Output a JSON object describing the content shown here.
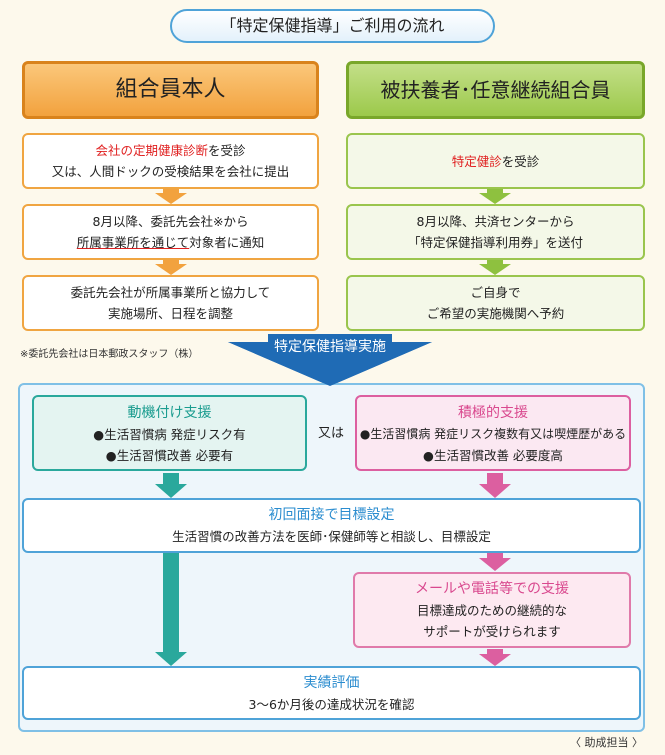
{
  "title": "「特定保健指導」ご利用の流れ",
  "left_header": "組合員本人",
  "right_header": "被扶養者･任意継続組合員",
  "left_steps": [
    {
      "line1_red": "会社の定期健康診断",
      "line1_rest": "を受診",
      "line2": "又は、人間ドックの受検結果を会社に提出"
    },
    {
      "line1": "8月以降、委託先会社※から",
      "line2_red": "所属事業所を通じて",
      "line2_rest": "対象者に通知"
    },
    {
      "line1": "委託先会社が所属事業所と協力して",
      "line2": "実施場所、日程を調整"
    }
  ],
  "right_steps": [
    {
      "line1_red": "特定健診",
      "line1_rest": "を受診"
    },
    {
      "line1": "8月以降、共済センターから",
      "line2": "「特定保健指導利用券」を送付"
    },
    {
      "line1": "ご自身で",
      "line2": "ご希望の実施機関へ予約"
    }
  ],
  "note": "※委託先会社は日本郵政スタッフ（株）",
  "banner": "特定保健指導実施",
  "motivation": {
    "heading": "動機付け支援",
    "item1": "●生活習慣病 発症リスク有",
    "item2": "●生活習慣改善 必要有"
  },
  "or_label": "又は",
  "active": {
    "heading": "積極的支援",
    "item1": "●生活習慣病 発症リスク複数有又は喫煙歴がある",
    "item2": "●生活習慣改善 必要度高"
  },
  "interview": {
    "heading": "初回面接で目標設定",
    "body": "生活習慣の改善方法を医師･保健師等と相談し、目標設定"
  },
  "support": {
    "heading": "メールや電話等での支援",
    "line1": "目標達成のための継続的な",
    "line2": "サポートが受けられます"
  },
  "evaluation": {
    "heading": "実績評価",
    "body": "3～6か月後の達成状況を確認"
  },
  "footer": "〈 助成担当 〉",
  "colors": {
    "orange": "#f2a23e",
    "green": "#9cc94b",
    "teal": "#2aa89c",
    "pink": "#dc5fa0",
    "blue": "#2a8ccf"
  }
}
